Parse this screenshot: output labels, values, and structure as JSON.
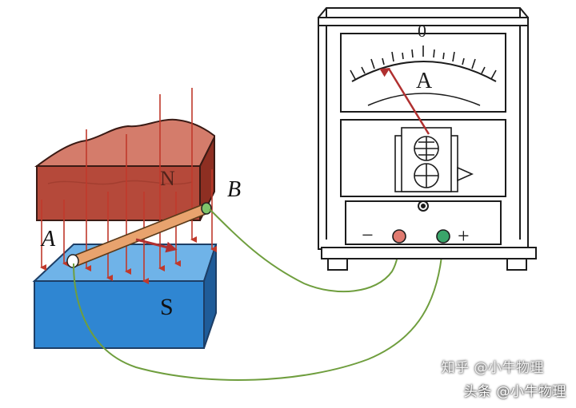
{
  "labels": {
    "north_pole": "N",
    "south_pole": "S",
    "rod_end_a": "A",
    "rod_end_b": "B",
    "meter_symbol": "A",
    "meter_zero": "0",
    "terminal_minus": "−",
    "terminal_plus": "+"
  },
  "watermark": {
    "line1": "知乎 @小牛物理",
    "line2": "头条 @小牛物理"
  },
  "colors": {
    "north_magnet": "#b5493a",
    "south_magnet": "#3d8fd6",
    "field_lines": "#c0392b",
    "wire": "#6f9e3e",
    "meter_outline": "#1c1c1c",
    "needle": "#b03030",
    "terminal_minus": "#d9534f",
    "terminal_plus": "#2e8b57"
  }
}
